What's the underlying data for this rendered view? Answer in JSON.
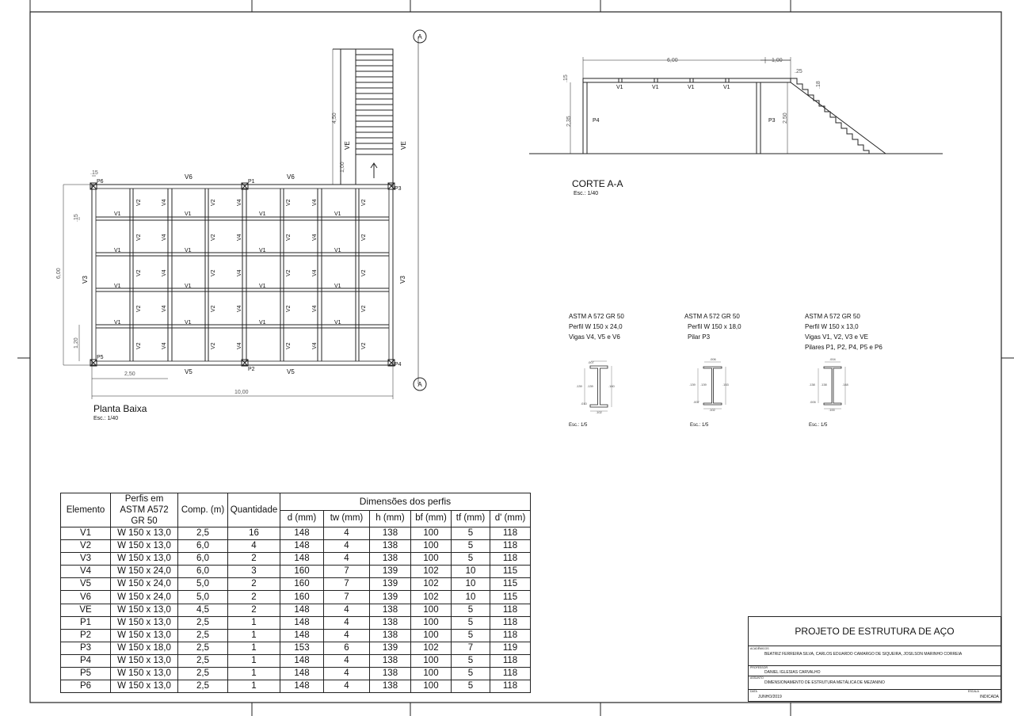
{
  "plan": {
    "title": "Planta Baixa",
    "scale": "Esc.: 1/40",
    "section_marker": "A",
    "beams": {
      "v1": "V1",
      "v2": "V2",
      "v3": "V3",
      "v4": "V4",
      "v5": "V5",
      "v6": "V6",
      "ve": "VE"
    },
    "pillars": {
      "p1": "P1",
      "p2": "P2",
      "p3": "P3",
      "p4": "P4",
      "p5": "P5",
      "p6": "P6"
    },
    "dims": {
      "d015": ".15",
      "d015b": ".15",
      "d600": "6,00",
      "d120": "1,20",
      "d250": "2,50",
      "d1000": "10,00",
      "d450": "4,50",
      "d100": "1,00"
    }
  },
  "section": {
    "title": "CORTE A-A",
    "scale": "Esc.: 1/40",
    "dims": {
      "d600": "6,00",
      "d100": "1,00",
      "d15": ".15",
      "d235": "2,35",
      "d250": "2,50",
      "d25": ".25",
      "d18": ".18"
    },
    "labels": {
      "v1": "V1",
      "p4": "P4",
      "p3": "P3"
    }
  },
  "profiles": [
    {
      "l1": "ASTM A 572 GR 50",
      "l2": "Perfil W 150 x 24,0",
      "l3": "Vigas V4, V5 e V6",
      "l4": "",
      "scale": "Esc.: 1/5",
      "d": ".160",
      "h": ".139",
      "bf": ".102",
      "tw": ".007",
      "tf": ".010"
    },
    {
      "l1": "ASTM A 572 GR 50",
      "l2": "Perfil W 150 x 18,0",
      "l3": "Pilar P3",
      "l4": "",
      "scale": "Esc.: 1/5",
      "d": ".153",
      "h": ".139",
      "bf": ".102",
      "tw": ".006",
      "tf": ".007"
    },
    {
      "l1": "ASTM A 572 GR 50",
      "l2": "Perfil W 150 x 13,0",
      "l3": "Vigas V1, V2, V3 e VE",
      "l4": "Pilares P1, P2, P4, P5 e P6",
      "scale": "Esc.: 1/5",
      "d": ".148",
      "h": ".138",
      "bf": ".100",
      "tw": ".004",
      "tf": ".005"
    }
  ],
  "table": {
    "headers": {
      "elemento": "Elemento",
      "perfis": "Perfis em ASTM A572 GR 50",
      "comp": "Comp. (m)",
      "qtd": "Quantidade",
      "dim": "Dimensões dos perfis",
      "d": "d (mm)",
      "tw": "tw (mm)",
      "h": "h (mm)",
      "bf": "bf (mm)",
      "tf": "tf (mm)",
      "dp": "d' (mm)"
    },
    "rows": [
      [
        "V1",
        "W 150 x 13,0",
        "2,5",
        "16",
        "148",
        "4",
        "138",
        "100",
        "5",
        "118"
      ],
      [
        "V2",
        "W 150 x 13,0",
        "6,0",
        "4",
        "148",
        "4",
        "138",
        "100",
        "5",
        "118"
      ],
      [
        "V3",
        "W 150 x 13,0",
        "6,0",
        "2",
        "148",
        "4",
        "138",
        "100",
        "5",
        "118"
      ],
      [
        "V4",
        "W 150 x 24,0",
        "6,0",
        "3",
        "160",
        "7",
        "139",
        "102",
        "10",
        "115"
      ],
      [
        "V5",
        "W 150 x 24,0",
        "5,0",
        "2",
        "160",
        "7",
        "139",
        "102",
        "10",
        "115"
      ],
      [
        "V6",
        "W 150 x 24,0",
        "5,0",
        "2",
        "160",
        "7",
        "139",
        "102",
        "10",
        "115"
      ],
      [
        "VE",
        "W 150 x 13,0",
        "4,5",
        "2",
        "148",
        "4",
        "138",
        "100",
        "5",
        "118"
      ],
      [
        "P1",
        "W 150 x 13,0",
        "2,5",
        "1",
        "148",
        "4",
        "138",
        "100",
        "5",
        "118"
      ],
      [
        "P2",
        "W 150 x 13,0",
        "2,5",
        "1",
        "148",
        "4",
        "138",
        "100",
        "5",
        "118"
      ],
      [
        "P3",
        "W 150 x 18,0",
        "2,5",
        "1",
        "153",
        "6",
        "139",
        "102",
        "7",
        "119"
      ],
      [
        "P4",
        "W 150 x 13,0",
        "2,5",
        "1",
        "148",
        "4",
        "138",
        "100",
        "5",
        "118"
      ],
      [
        "P5",
        "W 150 x 13,0",
        "2,5",
        "1",
        "148",
        "4",
        "138",
        "100",
        "5",
        "118"
      ],
      [
        "P6",
        "W 150 x 13,0",
        "2,5",
        "1",
        "148",
        "4",
        "138",
        "100",
        "5",
        "118"
      ]
    ]
  },
  "titleblock": {
    "title": "PROJETO DE ESTRUTURA DE AÇO",
    "authors_label": "ACADÊMICOS",
    "authors": "BEATRIZ FERREIRA SILVA, CARLOS EDUARDO CAMARGO DE SIQUEIRA, JOSILSON MARINHO CORREIA",
    "prof_label": "PROFESSOR",
    "prof": "DANIEL IGLESIAS CARVALHO",
    "subject_label": "ASSUNTO",
    "subject": "DIMENSIONAMENTO DE ESTRUTURA METÁLICA DE MEZANINO",
    "date_label": "DATA",
    "date": "JUNHO/2019",
    "scale_label": "ESCALA",
    "scale": "INDICADA"
  }
}
